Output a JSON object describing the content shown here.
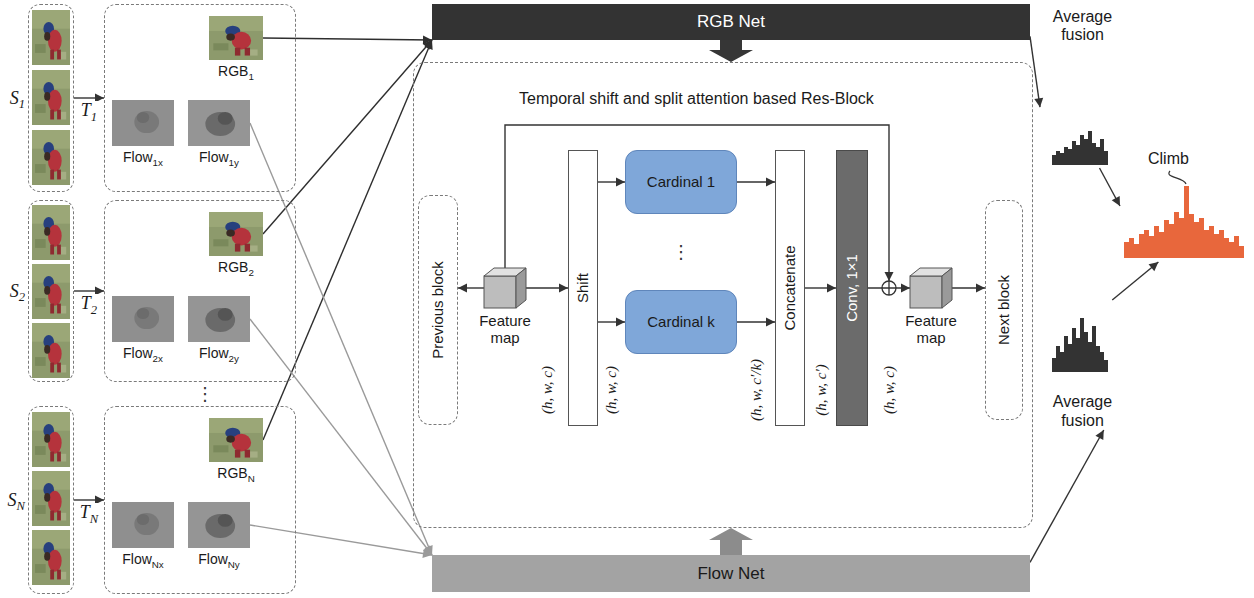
{
  "diagram": {
    "nodes": [
      {
        "text": [
          "S1"
        ]
      },
      {
        "text": []
      },
      {
        "text": [
          "RGB1"
        ],
        "in": 1
      },
      {
        "text": [
          "Flow1x"
        ],
        "in": 1
      },
      {
        "text": [
          "Flow1y"
        ],
        "in": 1
      },
      {
        "text": [
          "S2"
        ]
      },
      {
        "text": []
      },
      {
        "text": [
          "RGB2"
        ],
        "in": 6
      },
      {
        "text": [
          "Flow2x"
        ],
        "in": 6
      },
      {
        "text": [
          "Flow2y"
        ],
        "in": 6
      },
      {
        "text": [
          "SN"
        ]
      },
      {
        "text": []
      },
      {
        "text": [
          "RGBN"
        ],
        "in": 11
      },
      {
        "text": [
          "FlowNx"
        ],
        "in": 11
      },
      {
        "text": [
          "FlowNy"
        ],
        "in": 11
      },
      {
        "text": [
          "RGB Net"
        ]
      },
      {
        "text": [
          "Temporal shift and split attention based Res-Block"
        ]
      },
      {
        "text": [
          "Previous block"
        ],
        "in": 16
      },
      {
        "text": [
          "Feature map"
        ],
        "in": 16
      },
      {
        "text": [
          "Shift"
        ],
        "in": 16
      },
      {
        "text": [
          "Cardinal 1"
        ],
        "in": 16
      },
      {
        "text": [
          "Cardinal k"
        ],
        "in": 16
      },
      {
        "text": [
          "Concatenate"
        ],
        "in": 16
      },
      {
        "text": [
          "Conv, 1×1"
        ],
        "in": 16
      },
      {
        "text": [
          "Feature map"
        ],
        "in": 16
      },
      {
        "text": [
          "Next block"
        ],
        "in": 16
      },
      {
        "text": [
          "Flow Net"
        ]
      },
      {
        "text": [
          "Average fusion"
        ]
      },
      {
        "text": [
          "Climb"
        ]
      },
      {
        "text": [
          "Average fusion"
        ]
      }
    ],
    "edges": [
      {
        "from": 0,
        "to": 1,
        "arrow": "to",
        "label": "T1"
      },
      {
        "from": 5,
        "to": 6,
        "arrow": "to",
        "label": "T2"
      },
      {
        "from": 10,
        "to": 11,
        "arrow": "to",
        "label": "TN"
      },
      {
        "from": 2,
        "to": 15,
        "arrow": "to"
      },
      {
        "from": 7,
        "to": 15,
        "arrow": "to"
      },
      {
        "from": 12,
        "to": 15,
        "arrow": "to"
      },
      {
        "from": 4,
        "to": 26,
        "arrow": "to"
      },
      {
        "from": 9,
        "to": 26,
        "arrow": "to"
      },
      {
        "from": 14,
        "to": 26,
        "arrow": "to"
      },
      {
        "from": 15,
        "to": 16,
        "arrow": "to"
      },
      {
        "from": 26,
        "to": 16,
        "arrow": "to"
      },
      {
        "from": 18,
        "to": 17,
        "arrow": "to"
      },
      {
        "from": 18,
        "to": 19,
        "arrow": "to"
      },
      {
        "from": 19,
        "to": 20,
        "arrow": "to"
      },
      {
        "from": 19,
        "to": 21,
        "arrow": "to"
      },
      {
        "from": 20,
        "to": 22,
        "arrow": "to"
      },
      {
        "from": 21,
        "to": 22,
        "arrow": "to"
      },
      {
        "from": 22,
        "to": 23,
        "arrow": "to"
      },
      {
        "from": 23,
        "to": 24,
        "arrow": "to"
      },
      {
        "from": 18,
        "to": 24,
        "arrow": "to"
      },
      {
        "from": 24,
        "to": 25,
        "arrow": "to"
      },
      {
        "from": 15,
        "to": 27,
        "arrow": "to"
      },
      {
        "from": 26,
        "to": 29,
        "arrow": "to"
      },
      {
        "from": 27,
        "to": 28,
        "arrow": "to"
      },
      {
        "from": 29,
        "to": 28,
        "arrow": "to"
      }
    ],
    "labels": [
      "⋮",
      "(h, w, c)",
      "(h, w, c)",
      "(h, w, c′/k)",
      "(h, w, c′)",
      "(h, w, c)",
      "⋮"
    ]
  }
}
